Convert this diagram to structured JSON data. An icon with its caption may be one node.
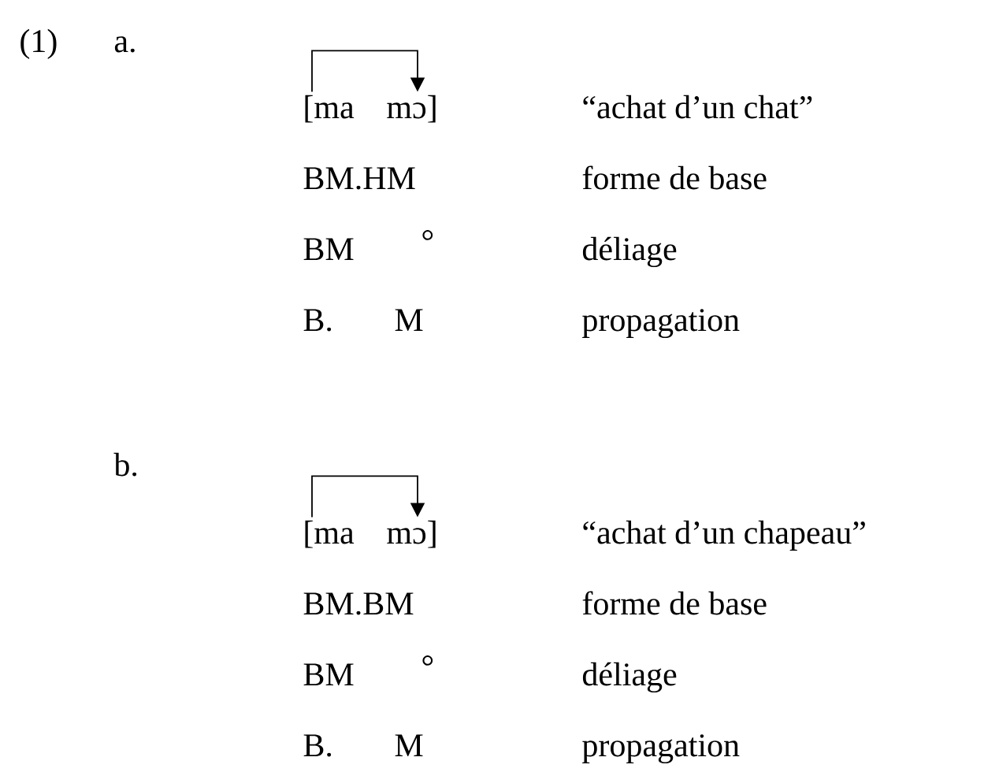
{
  "diagram": {
    "nodes": [
      {
        "text": [
          "[ma"
        ]
      },
      {
        "text": [
          "mɔ]"
        ]
      },
      {
        "text": [
          "[ma"
        ]
      },
      {
        "text": [
          "mɔ]"
        ]
      }
    ],
    "edges": [
      {
        "from": 0,
        "to": 1,
        "arrow": "to"
      },
      {
        "from": 2,
        "to": 3,
        "arrow": "to"
      }
    ],
    "labels": [
      "(1)",
      "a.",
      "“achat d’un chat”",
      "BM.HM",
      "forme de base",
      "BM",
      "°",
      "déliage",
      "B.",
      "M",
      "propagation",
      "b.",
      "“achat d’un chapeau”",
      "BM.BM",
      "forme de base",
      "BM",
      "°",
      "déliage",
      "B.",
      "M",
      "propagation"
    ]
  }
}
